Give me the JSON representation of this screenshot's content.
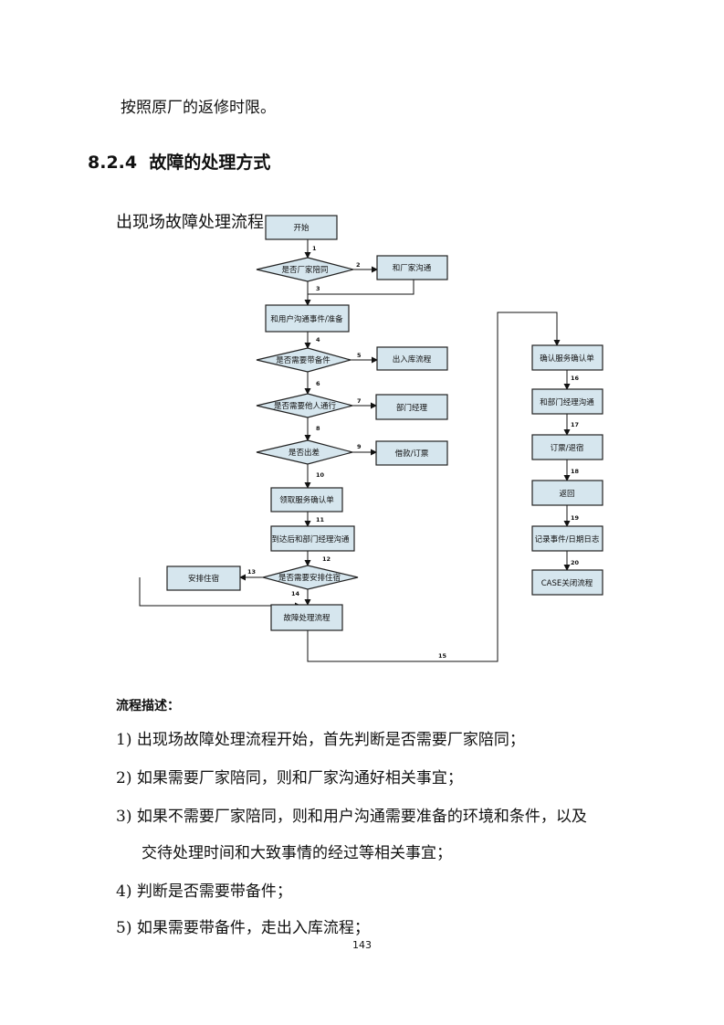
{
  "intro_line": "按照原厂的返修时限。",
  "section": {
    "number": "8.2.4",
    "title": "故障的处理方式"
  },
  "flowchart": {
    "title": "出现场故障处理流程",
    "nodes": [
      {
        "id": "start",
        "label": "开始"
      },
      {
        "id": "d_oem",
        "label": "是否厂家陪同"
      },
      {
        "id": "oem_comm",
        "label": "和厂家沟通"
      },
      {
        "id": "user_comm",
        "label": "和用户沟通事件/准备"
      },
      {
        "id": "d_parts",
        "label": "是否需要带备件"
      },
      {
        "id": "warehouse",
        "label": "出入库流程"
      },
      {
        "id": "d_others",
        "label": "是否需要他人通行"
      },
      {
        "id": "dept_mgr",
        "label": "部门经理"
      },
      {
        "id": "d_trip",
        "label": "是否出差"
      },
      {
        "id": "loan",
        "label": "借款/订票"
      },
      {
        "id": "get_form",
        "label": "领取服务确认单"
      },
      {
        "id": "arrive",
        "label": "到达后和部门经理沟通"
      },
      {
        "id": "d_lodging",
        "label": "是否需要安排住宿"
      },
      {
        "id": "lodging",
        "label": "安排住宿"
      },
      {
        "id": "process",
        "label": "故障处理流程"
      },
      {
        "id": "confirm_form",
        "label": "确认服务确认单"
      },
      {
        "id": "mgr_comm",
        "label": "和部门经理沟通"
      },
      {
        "id": "ticket",
        "label": "订票/退宿"
      },
      {
        "id": "return",
        "label": "返回"
      },
      {
        "id": "log",
        "label": "记录事件/日期日志"
      },
      {
        "id": "close",
        "label": "CASE关闭流程"
      }
    ],
    "steps": [
      "1",
      "2",
      "3",
      "4",
      "5",
      "6",
      "7",
      "8",
      "9",
      "10",
      "11",
      "12",
      "13",
      "14",
      "15",
      "16",
      "17",
      "18",
      "19",
      "20"
    ]
  },
  "description": {
    "label": "流程描述：",
    "items": [
      {
        "num": "1)",
        "text": "出现场故障处理流程开始，首先判断是否需要厂家陪同；"
      },
      {
        "num": "2)",
        "text": "如果需要厂家陪同，则和厂家沟通好相关事宜；"
      },
      {
        "num": "3)",
        "text": "如果不需要厂家陪同，则和用户沟通需要准备的环境和条件，以及",
        "cont": "交待处理时间和大致事情的经过等相关事宜；"
      },
      {
        "num": "4)",
        "text": "判断是否需要带备件；"
      },
      {
        "num": "5)",
        "text": "如果需要带备件，走出入库流程；"
      }
    ]
  },
  "page_number": "143"
}
